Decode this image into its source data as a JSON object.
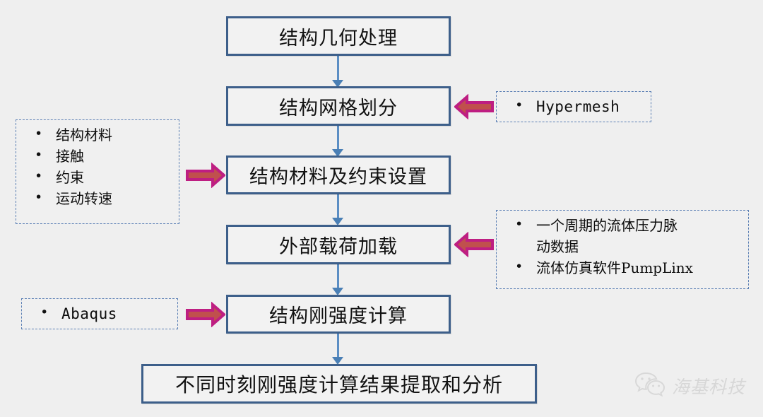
{
  "palette": {
    "background": "#efefef",
    "box_fill": "#f2f2f2",
    "box_border": "#3d5f8a",
    "connector": "#5b8ec4",
    "note_border": "#5b7fb4",
    "arrow_fill": "#c0504d",
    "arrow_outline": "#be1e82",
    "watermark": "#c9c9c9"
  },
  "flow": {
    "steps": [
      {
        "id": "geometry",
        "label": "结构几何处理"
      },
      {
        "id": "mesh",
        "label": "结构网格划分"
      },
      {
        "id": "material-constraint",
        "label": "结构材料及约束设置"
      },
      {
        "id": "external-load",
        "label": "外部载荷加载"
      },
      {
        "id": "strength-calc",
        "label": "结构刚强度计算"
      },
      {
        "id": "result-extract",
        "label": "不同时刻刚强度计算结果提取和分析"
      }
    ]
  },
  "notes": {
    "mesh_tool": {
      "items": [
        "Hypermesh"
      ]
    },
    "material_settings": {
      "items": [
        "结构材料",
        "接触",
        "约束",
        "运动转速"
      ]
    },
    "load_source": {
      "items": [
        "一个周期的流体压力脉\n动数据",
        "流体仿真软件PumpLinx"
      ]
    },
    "solver": {
      "items": [
        "Abaqus"
      ]
    }
  },
  "arrows": {
    "to_mesh": "arrow-left",
    "to_material": "arrow-right",
    "to_load": "arrow-left",
    "to_solver": "arrow-right"
  },
  "watermark": {
    "icon": "wechat-icon",
    "text": "海基科技"
  }
}
